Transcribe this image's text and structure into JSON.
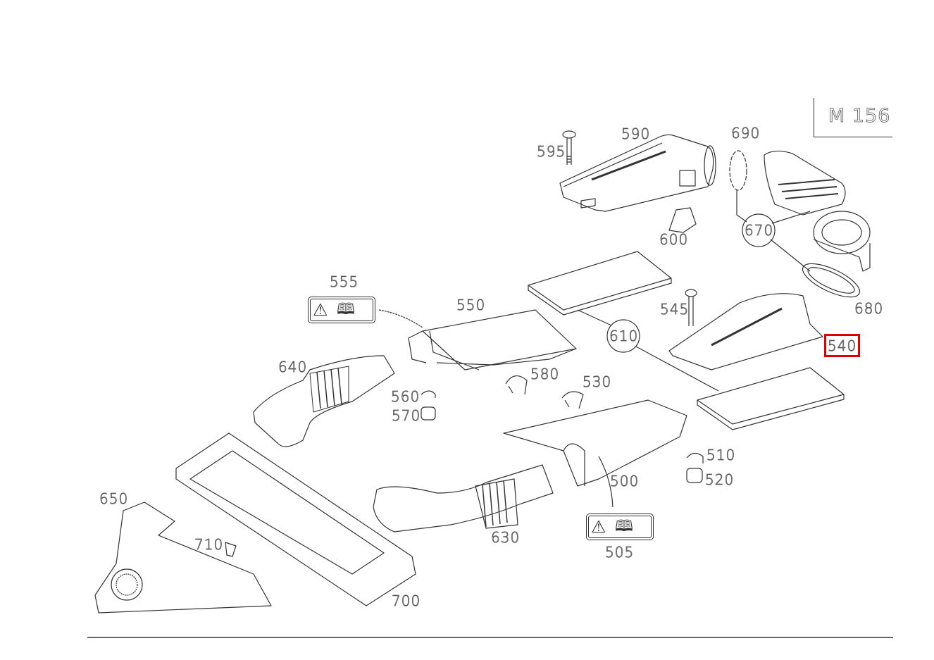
{
  "diagram": {
    "engine_code": "M 156",
    "highlighted_part": "540",
    "colors": {
      "highlight": "#e00000",
      "line": "#333333"
    },
    "callouts": [
      {
        "id": "p500",
        "text": "500"
      },
      {
        "id": "p505",
        "text": "505"
      },
      {
        "id": "p510",
        "text": "510"
      },
      {
        "id": "p520",
        "text": "520"
      },
      {
        "id": "p530",
        "text": "530"
      },
      {
        "id": "p540",
        "text": "540"
      },
      {
        "id": "p545",
        "text": "545"
      },
      {
        "id": "p550",
        "text": "550"
      },
      {
        "id": "p555",
        "text": "555"
      },
      {
        "id": "p560",
        "text": "560"
      },
      {
        "id": "p570",
        "text": "570"
      },
      {
        "id": "p580",
        "text": "580"
      },
      {
        "id": "p590",
        "text": "590"
      },
      {
        "id": "p595",
        "text": "595"
      },
      {
        "id": "p600",
        "text": "600"
      },
      {
        "id": "p610",
        "text": "610"
      },
      {
        "id": "p630",
        "text": "630"
      },
      {
        "id": "p640",
        "text": "640"
      },
      {
        "id": "p650",
        "text": "650"
      },
      {
        "id": "p670",
        "text": "670"
      },
      {
        "id": "p680",
        "text": "680"
      },
      {
        "id": "p690",
        "text": "690"
      },
      {
        "id": "p700",
        "text": "700"
      },
      {
        "id": "p710",
        "text": "710"
      }
    ]
  }
}
